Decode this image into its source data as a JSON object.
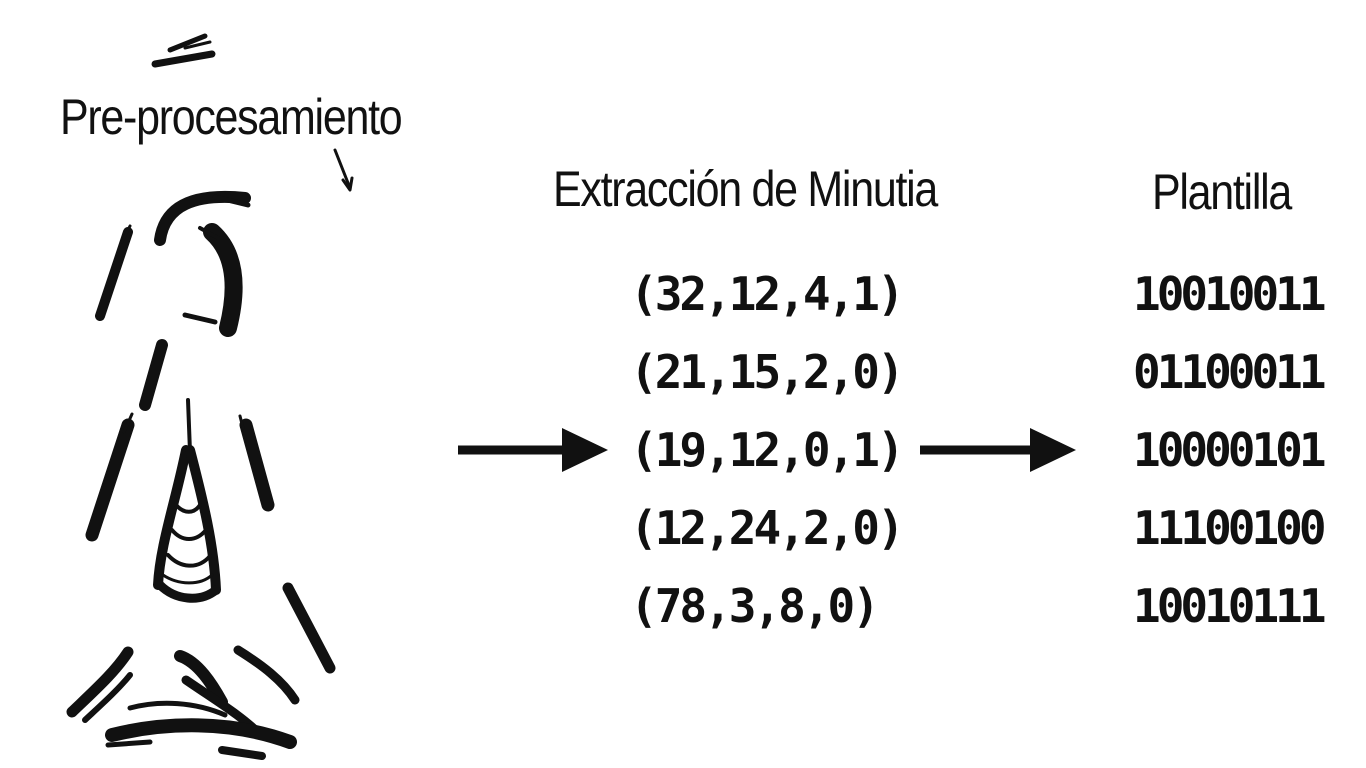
{
  "stages": {
    "preprocess_label": "Pre-procesamiento",
    "extraction_label": "Extracción de Minutia",
    "template_label": "Plantilla"
  },
  "minutiae": [
    "(32,12,4,1)",
    "(21,15,2,0)",
    "(19,12,0,1)",
    "(12,24,2,0)",
    "(78,3,8,0)"
  ],
  "template_codes": [
    "10010011",
    "01100011",
    "10000101",
    "11100100",
    "10010111"
  ],
  "colors": {
    "ink": "#111111",
    "background": "#ffffff"
  }
}
